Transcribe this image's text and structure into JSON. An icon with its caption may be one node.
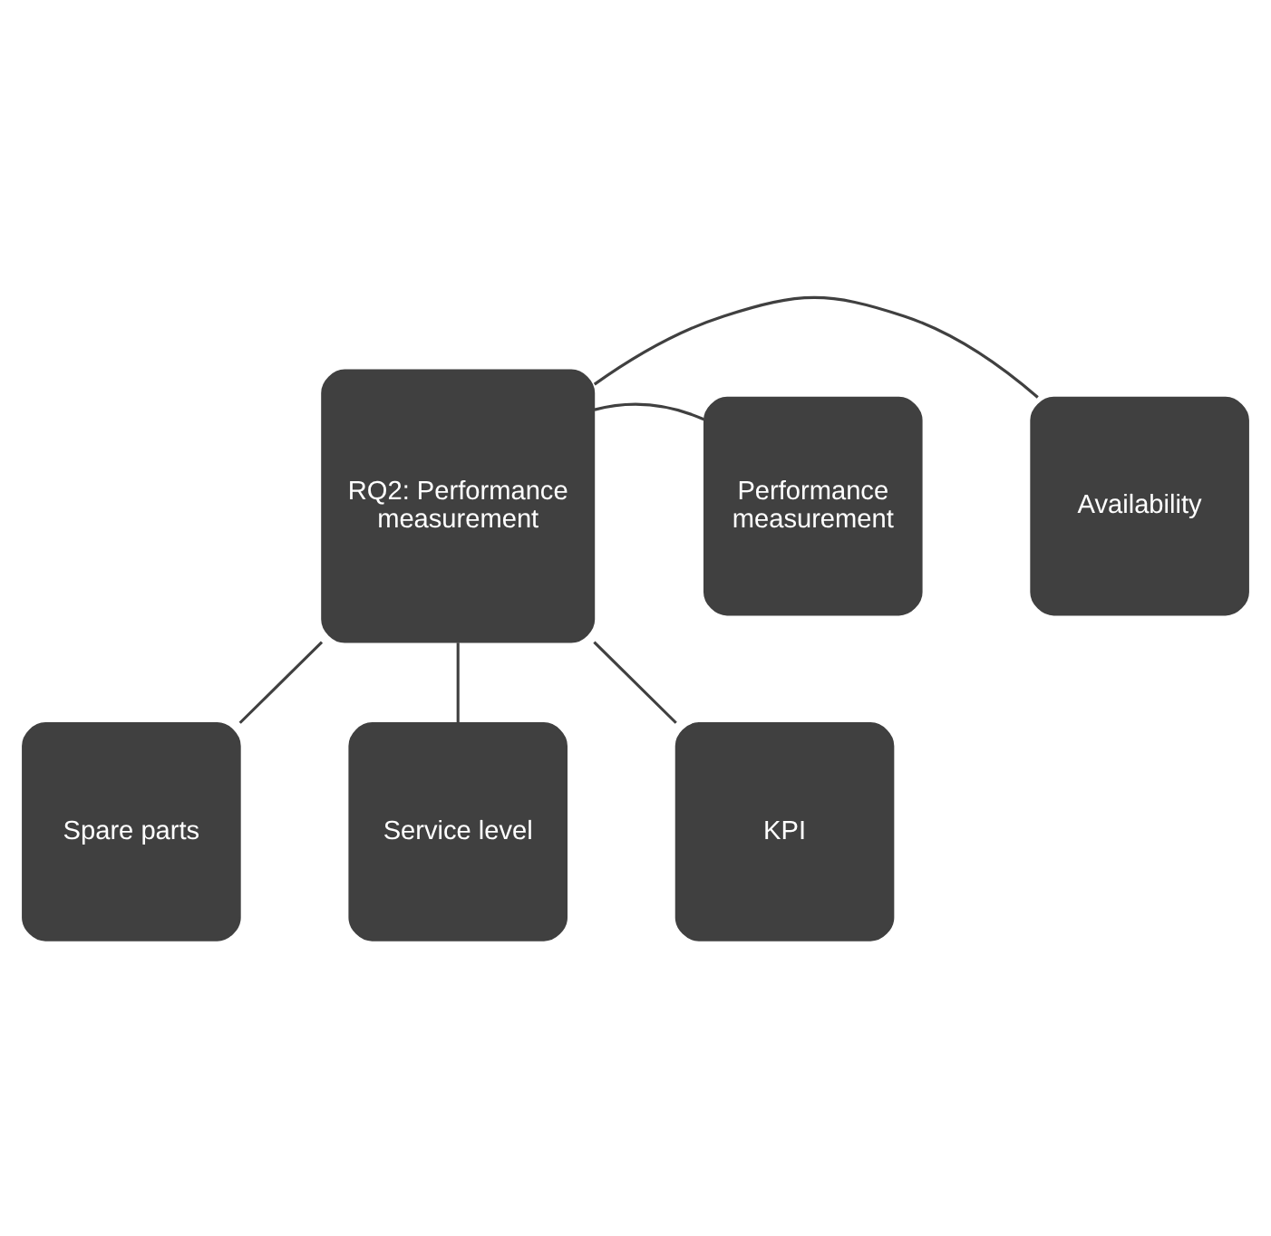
{
  "diagram": {
    "nodes": [
      {
        "text": [
          "Spare parts"
        ]
      },
      {
        "text": [
          "Availability"
        ]
      },
      {
        "text": [
          "Performance measurement"
        ]
      },
      {
        "text": [
          "RQ2: Performance measurement"
        ]
      },
      {
        "text": [
          "Service level"
        ]
      },
      {
        "text": [
          "KPI"
        ]
      }
    ],
    "edges": [
      {
        "from": 3,
        "to": 0,
        "arrow": "none"
      },
      {
        "from": 3,
        "to": 1,
        "arrow": "none"
      },
      {
        "from": 3,
        "to": 2,
        "arrow": "none"
      },
      {
        "from": 3,
        "to": 4,
        "arrow": "none"
      },
      {
        "from": 3,
        "to": 5,
        "arrow": "none"
      }
    ]
  }
}
